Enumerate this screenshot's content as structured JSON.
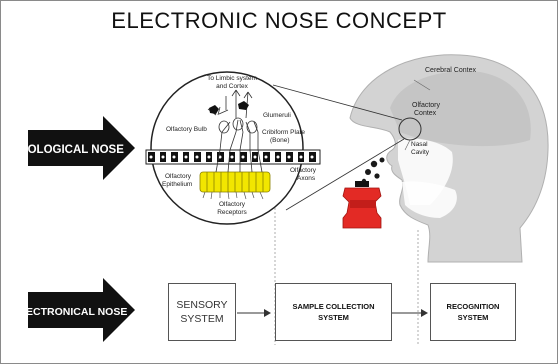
{
  "title": "ELECTRONIC NOSE CONCEPT",
  "arrows": {
    "biological": "BIOLOGICAL NOSE",
    "electronical": "ELECTRONICAL NOSE"
  },
  "circle_labels": {
    "limbic": "To Limbic system and Cortex",
    "glumeruli": "Glumeruli",
    "bulb": "Olfactory Bulb",
    "cribiform": "Cribiform Plate (Bone)",
    "epithelium": "Olfactory Epithelium",
    "axons": "Olfactory Axons",
    "receptors": "Olfactory Receptors"
  },
  "head_labels": {
    "cerebral": "Cerebral Contex",
    "olfactory_contex": "Olfactory Contex",
    "nasal_cavity": "Nasal Cavity"
  },
  "system_boxes": [
    {
      "label": "SENSORY SYSTEM"
    },
    {
      "label": "SAMPLE COLLECTION SYSTEM"
    },
    {
      "label": "RECOGNITION SYSTEM"
    }
  ],
  "colors": {
    "arrow": "#111111",
    "receptors": "#f2e600",
    "bottle": "#e32a25",
    "head": "#cfcfcf"
  }
}
